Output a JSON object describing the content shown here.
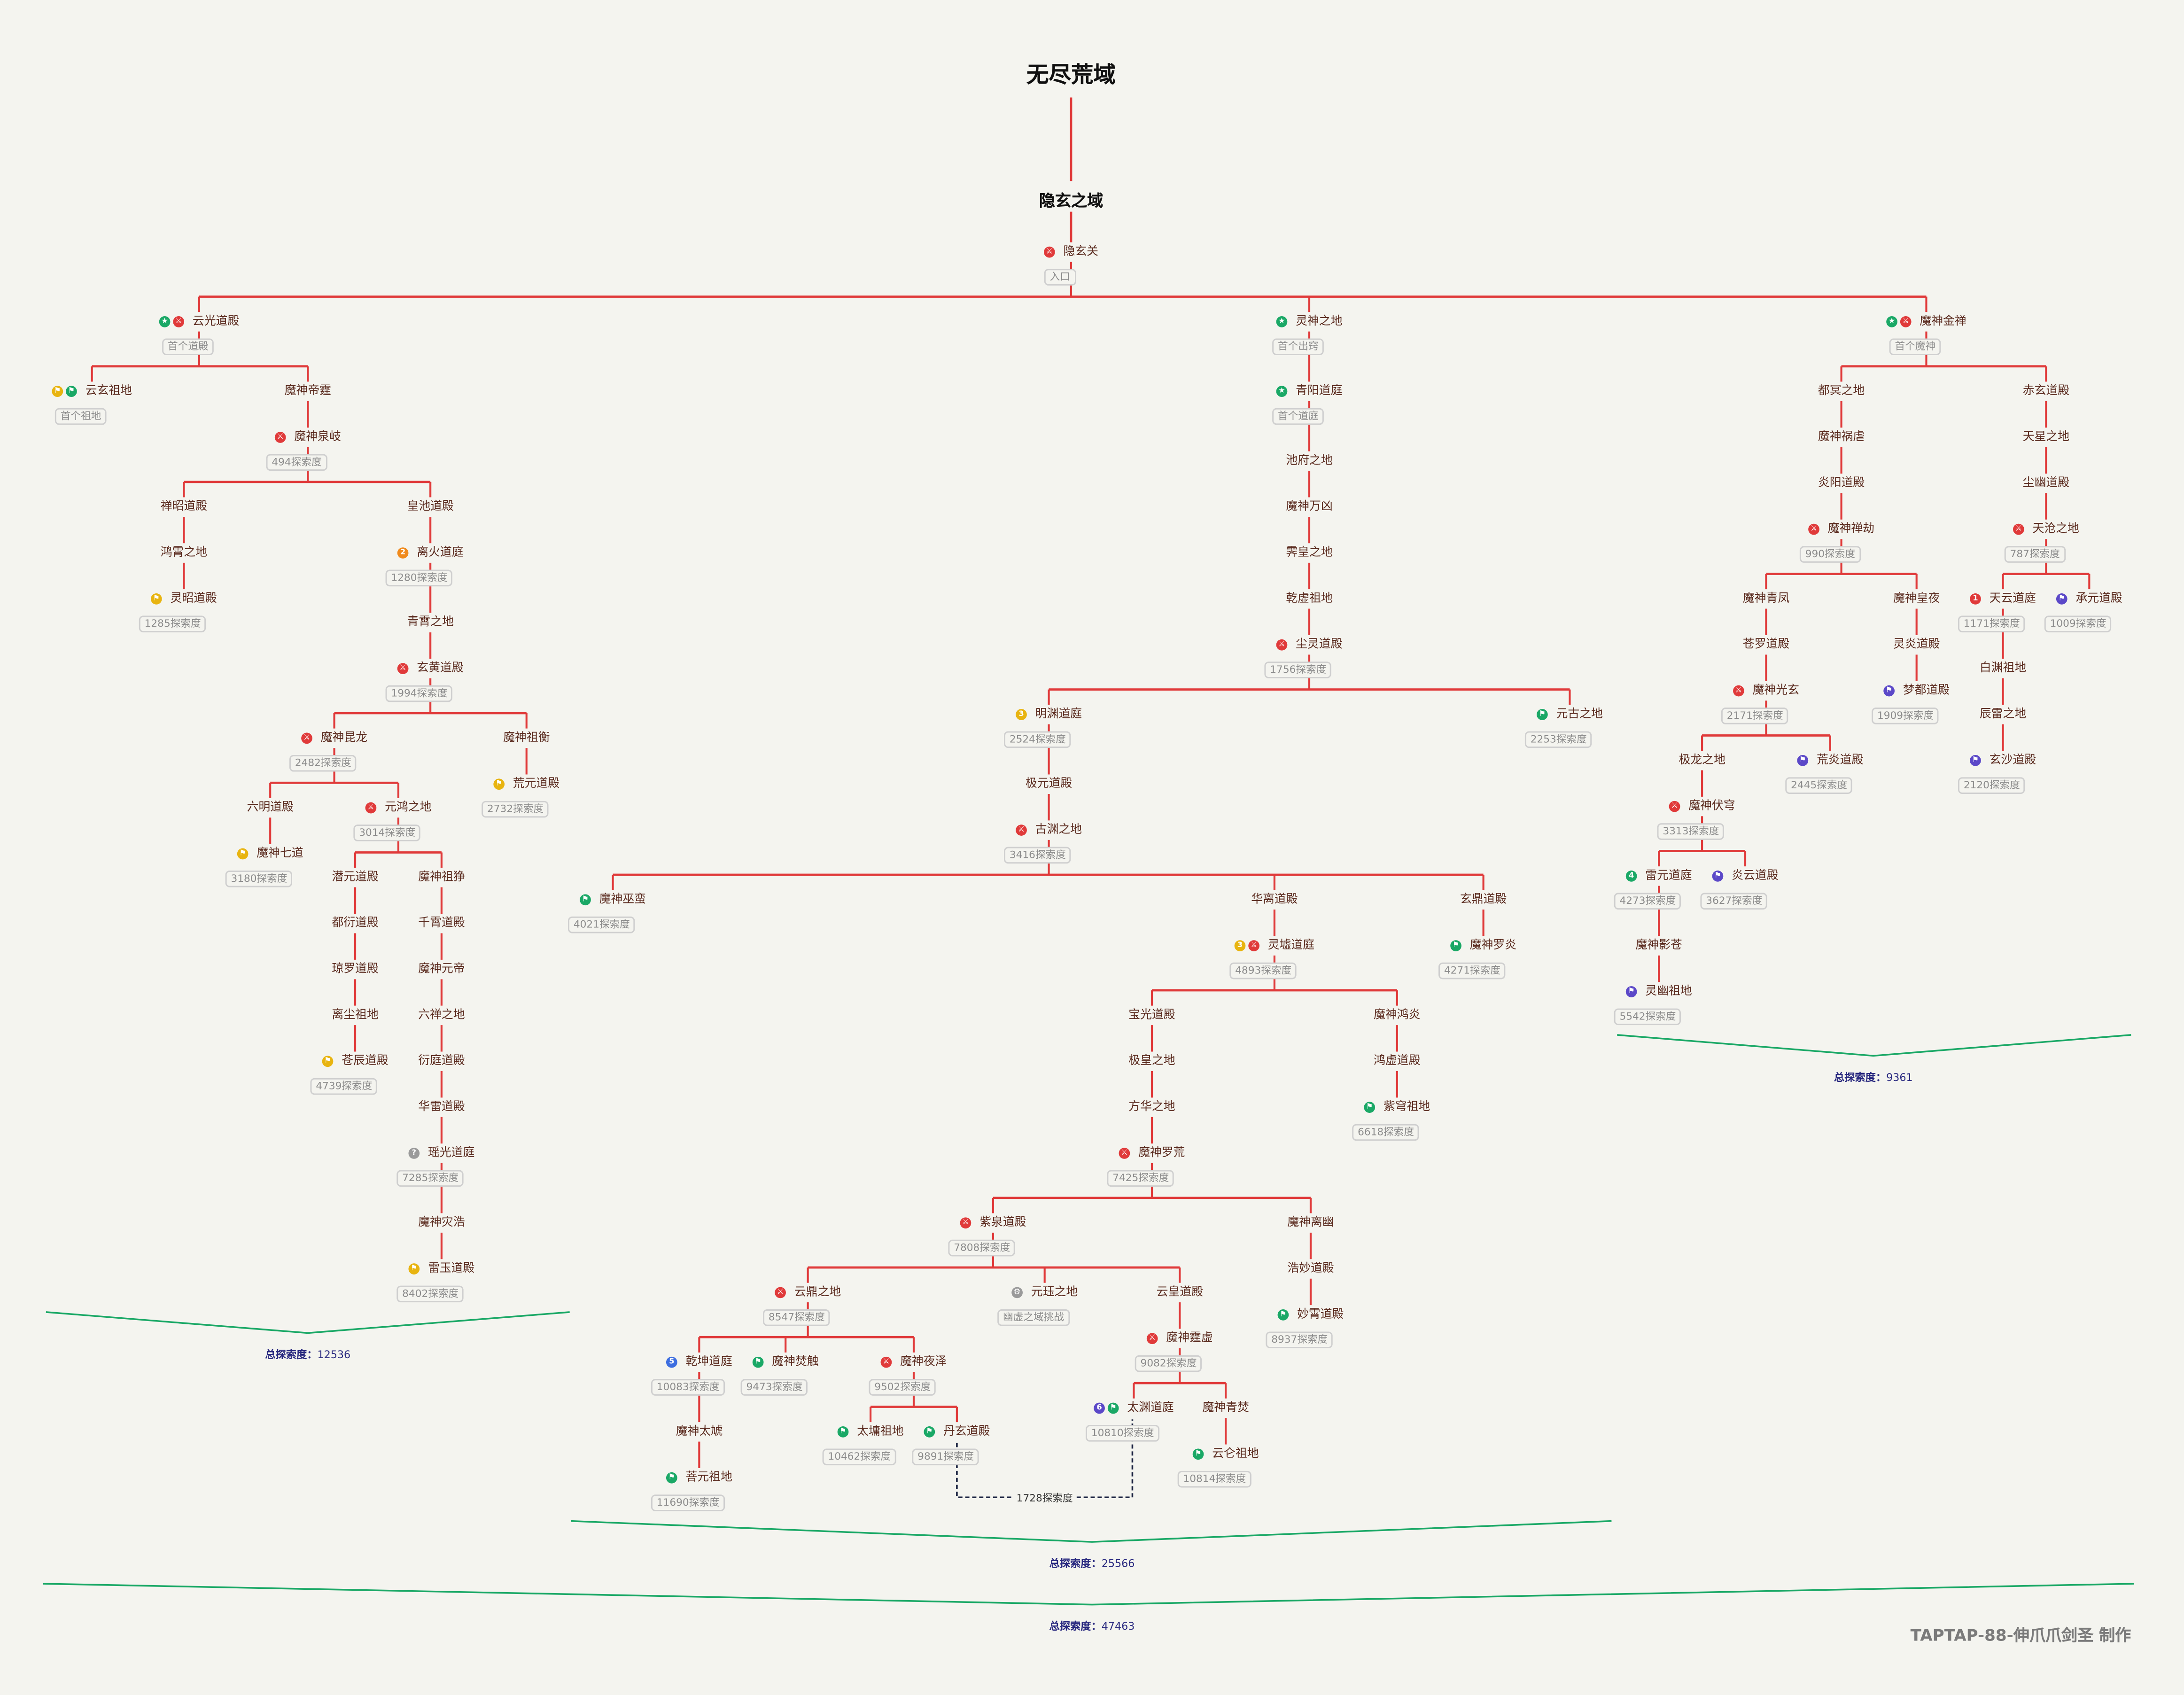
{
  "title": "无尽荒域",
  "region": "隐玄之域",
  "credit": "TAPTAP-88-伸爪爪剑圣  制作",
  "total_prefix": "总探索度：",
  "colors": {
    "red": "#e03a3a",
    "green": "#1aa866",
    "yellow": "#e8b410",
    "orange": "#f08a1c",
    "purple": "#5b48c8",
    "blue": "#3d6ee0",
    "gray": "#9a9a9a"
  },
  "gap_label": "1728探索度",
  "nodes": [
    {
      "id": "root",
      "label": "隐玄关",
      "tag": "入口",
      "icons": [
        "red-sword-icon"
      ]
    },
    {
      "id": "n1",
      "label": "云光道殿",
      "tag": "首个道殿",
      "icons": [
        "green-star-icon",
        "red-sword-icon"
      ]
    },
    {
      "id": "n2",
      "label": "云玄祖地",
      "tag": "首个祖地",
      "icons": [
        "yellow-flag-icon",
        "green-flag-icon"
      ]
    },
    {
      "id": "n3",
      "label": "魔神帝霆",
      "tag": "",
      "icons": []
    },
    {
      "id": "n4",
      "label": "魔神泉岐",
      "tag": "494探索度",
      "icons": [
        "red-sword-icon"
      ]
    },
    {
      "id": "n5",
      "label": "禅昭道殿",
      "tag": "",
      "icons": []
    },
    {
      "id": "n6",
      "label": "鸿霄之地",
      "tag": "",
      "icons": []
    },
    {
      "id": "n7",
      "label": "灵昭道殿",
      "tag": "1285探索度",
      "icons": [
        "yellow-flag-icon"
      ]
    },
    {
      "id": "n8",
      "label": "皇池道殿",
      "tag": "",
      "icons": []
    },
    {
      "id": "n9",
      "label": "离火道庭",
      "tag": "1280探索度",
      "icons": [
        "orange-2-icon"
      ]
    },
    {
      "id": "n10",
      "label": "青霄之地",
      "tag": "",
      "icons": []
    },
    {
      "id": "n11",
      "label": "玄黄道殿",
      "tag": "1994探索度",
      "icons": [
        "red-sword-icon"
      ]
    },
    {
      "id": "n12",
      "label": "魔神昆龙",
      "tag": "2482探索度",
      "icons": [
        "red-sword-icon"
      ]
    },
    {
      "id": "n13",
      "label": "六明道殿",
      "tag": "",
      "icons": []
    },
    {
      "id": "n14",
      "label": "魔神七道",
      "tag": "3180探索度",
      "icons": [
        "yellow-flag-icon"
      ]
    },
    {
      "id": "n15",
      "label": "元鸿之地",
      "tag": "3014探索度",
      "icons": [
        "red-sword-icon"
      ]
    },
    {
      "id": "n16",
      "label": "潜元道殿",
      "tag": "",
      "icons": []
    },
    {
      "id": "n17",
      "label": "都衍道殿",
      "tag": "",
      "icons": []
    },
    {
      "id": "n18",
      "label": "琼罗道殿",
      "tag": "",
      "icons": []
    },
    {
      "id": "n19",
      "label": "离尘祖地",
      "tag": "",
      "icons": []
    },
    {
      "id": "n20",
      "label": "苍辰道殿",
      "tag": "4739探索度",
      "icons": [
        "yellow-flag-icon"
      ]
    },
    {
      "id": "n21",
      "label": "魔神祖狰",
      "tag": "",
      "icons": []
    },
    {
      "id": "n22",
      "label": "千霄道殿",
      "tag": "",
      "icons": []
    },
    {
      "id": "n23",
      "label": "魔神元帝",
      "tag": "",
      "icons": []
    },
    {
      "id": "n24",
      "label": "六禅之地",
      "tag": "",
      "icons": []
    },
    {
      "id": "n25",
      "label": "衍庭道殿",
      "tag": "",
      "icons": []
    },
    {
      "id": "n26",
      "label": "华雷道殿",
      "tag": "",
      "icons": []
    },
    {
      "id": "n27",
      "label": "瑶光道庭",
      "tag": "7285探索度",
      "icons": [
        "gray-question-icon"
      ]
    },
    {
      "id": "n28",
      "label": "魔神灾浩",
      "tag": "",
      "icons": []
    },
    {
      "id": "n29",
      "label": "雷玉道殿",
      "tag": "8402探索度",
      "icons": [
        "yellow-flag-icon"
      ]
    },
    {
      "id": "n30",
      "label": "魔神祖衡",
      "tag": "",
      "icons": []
    },
    {
      "id": "n31",
      "label": "荒元道殿",
      "tag": "2732探索度",
      "icons": [
        "yellow-flag-icon"
      ]
    },
    {
      "id": "m1",
      "label": "灵神之地",
      "tag": "首个出窍",
      "icons": [
        "green-star-icon"
      ]
    },
    {
      "id": "m2",
      "label": "青阳道庭",
      "tag": "首个道庭",
      "icons": [
        "green-star-icon"
      ]
    },
    {
      "id": "m3",
      "label": "池府之地",
      "tag": "",
      "icons": []
    },
    {
      "id": "m4",
      "label": "魔神万凶",
      "tag": "",
      "icons": []
    },
    {
      "id": "m5",
      "label": "霁皇之地",
      "tag": "",
      "icons": []
    },
    {
      "id": "m6",
      "label": "乾虚祖地",
      "tag": "",
      "icons": []
    },
    {
      "id": "m7",
      "label": "尘灵道殿",
      "tag": "1756探索度",
      "icons": [
        "red-sword-icon"
      ]
    },
    {
      "id": "m8",
      "label": "明渊道庭",
      "tag": "2524探索度",
      "icons": [
        "yellow-3-icon"
      ]
    },
    {
      "id": "m9",
      "label": "元古之地",
      "tag": "2253探索度",
      "icons": [
        "green-flag-icon"
      ]
    },
    {
      "id": "m10",
      "label": "极元道殿",
      "tag": "",
      "icons": []
    },
    {
      "id": "m11",
      "label": "古渊之地",
      "tag": "3416探索度",
      "icons": [
        "red-sword-icon"
      ]
    },
    {
      "id": "m12",
      "label": "魔神巫蛮",
      "tag": "4021探索度",
      "icons": [
        "green-flag-icon"
      ]
    },
    {
      "id": "m13",
      "label": "华离道殿",
      "tag": "",
      "icons": []
    },
    {
      "id": "m14",
      "label": "灵墟道庭",
      "tag": "4893探索度",
      "icons": [
        "yellow-3-icon",
        "red-sword-icon"
      ]
    },
    {
      "id": "m15",
      "label": "玄鼎道殿",
      "tag": "",
      "icons": []
    },
    {
      "id": "m16",
      "label": "魔神罗炎",
      "tag": "4271探索度",
      "icons": [
        "green-flag-icon"
      ]
    },
    {
      "id": "m17",
      "label": "宝光道殿",
      "tag": "",
      "icons": []
    },
    {
      "id": "m18",
      "label": "极皇之地",
      "tag": "",
      "icons": []
    },
    {
      "id": "m19",
      "label": "方华之地",
      "tag": "",
      "icons": []
    },
    {
      "id": "m20",
      "label": "魔神罗荒",
      "tag": "7425探索度",
      "icons": [
        "red-sword-icon"
      ]
    },
    {
      "id": "m21",
      "label": "魔神鸿炎",
      "tag": "",
      "icons": []
    },
    {
      "id": "m22",
      "label": "鸿虚道殿",
      "tag": "",
      "icons": []
    },
    {
      "id": "m23",
      "label": "紫穹祖地",
      "tag": "6618探索度",
      "icons": [
        "green-flag-icon"
      ]
    },
    {
      "id": "m24",
      "label": "紫泉道殿",
      "tag": "7808探索度",
      "icons": [
        "red-sword-icon"
      ]
    },
    {
      "id": "m25",
      "label": "魔神离幽",
      "tag": "",
      "icons": []
    },
    {
      "id": "m26",
      "label": "浩妙道殿",
      "tag": "",
      "icons": []
    },
    {
      "id": "m27",
      "label": "妙霄道殿",
      "tag": "8937探索度",
      "icons": [
        "green-flag-icon"
      ]
    },
    {
      "id": "m28",
      "label": "云鼎之地",
      "tag": "8547探索度",
      "icons": [
        "red-sword-icon"
      ]
    },
    {
      "id": "m29",
      "label": "元珏之地",
      "tag": "幽虚之域挑战",
      "icons": [
        "gray-gear-icon"
      ]
    },
    {
      "id": "m30",
      "label": "云皇道殿",
      "tag": "",
      "icons": []
    },
    {
      "id": "m31",
      "label": "魔神霆虚",
      "tag": "9082探索度",
      "icons": [
        "red-sword-icon"
      ]
    },
    {
      "id": "m32",
      "label": "太渊道庭",
      "tag": "10810探索度",
      "icons": [
        "purple-6-icon",
        "green-flag-icon"
      ]
    },
    {
      "id": "m33",
      "label": "魔神青焚",
      "tag": "",
      "icons": []
    },
    {
      "id": "m34",
      "label": "云仑祖地",
      "tag": "10814探索度",
      "icons": [
        "green-flag-icon"
      ]
    },
    {
      "id": "m35",
      "label": "乾坤道庭",
      "tag": "10083探索度",
      "icons": [
        "blue-5-icon"
      ]
    },
    {
      "id": "m36",
      "label": "魔神焚触",
      "tag": "9473探索度",
      "icons": [
        "green-flag-icon"
      ]
    },
    {
      "id": "m37",
      "label": "魔神夜泽",
      "tag": "9502探索度",
      "icons": [
        "red-sword-icon"
      ]
    },
    {
      "id": "m38",
      "label": "魔神太虓",
      "tag": "",
      "icons": []
    },
    {
      "id": "m39",
      "label": "菩元祖地",
      "tag": "11690探索度",
      "icons": [
        "green-flag-icon"
      ]
    },
    {
      "id": "m40",
      "label": "太墉祖地",
      "tag": "10462探索度",
      "icons": [
        "green-flag-icon"
      ]
    },
    {
      "id": "m41",
      "label": "丹玄道殿",
      "tag": "9891探索度",
      "icons": [
        "green-flag-icon"
      ]
    },
    {
      "id": "r1",
      "label": "魔神金禅",
      "tag": "首个魔神",
      "icons": [
        "green-star-icon",
        "red-sword-icon"
      ]
    },
    {
      "id": "r2",
      "label": "都冥之地",
      "tag": "",
      "icons": []
    },
    {
      "id": "r3",
      "label": "魔神祸虐",
      "tag": "",
      "icons": []
    },
    {
      "id": "r4",
      "label": "炎阳道殿",
      "tag": "",
      "icons": []
    },
    {
      "id": "r5",
      "label": "魔神禅劫",
      "tag": "990探索度",
      "icons": [
        "red-sword-icon"
      ]
    },
    {
      "id": "r6",
      "label": "魔神青凤",
      "tag": "",
      "icons": []
    },
    {
      "id": "r7",
      "label": "苍罗道殿",
      "tag": "",
      "icons": []
    },
    {
      "id": "r8",
      "label": "魔神光玄",
      "tag": "2171探索度",
      "icons": [
        "red-sword-icon"
      ]
    },
    {
      "id": "r9",
      "label": "极龙之地",
      "tag": "",
      "icons": []
    },
    {
      "id": "r10",
      "label": "魔神伏穹",
      "tag": "3313探索度",
      "icons": [
        "red-sword-icon"
      ]
    },
    {
      "id": "r11",
      "label": "雷元道庭",
      "tag": "4273探索度",
      "icons": [
        "green-4-icon"
      ]
    },
    {
      "id": "r12",
      "label": "魔神影苍",
      "tag": "",
      "icons": []
    },
    {
      "id": "r13",
      "label": "灵幽祖地",
      "tag": "5542探索度",
      "icons": [
        "purple-flag-icon"
      ]
    },
    {
      "id": "r14",
      "label": "炎云道殿",
      "tag": "3627探索度",
      "icons": [
        "purple-flag-icon"
      ]
    },
    {
      "id": "r15",
      "label": "荒炎道殿",
      "tag": "2445探索度",
      "icons": [
        "purple-flag-icon"
      ]
    },
    {
      "id": "r16",
      "label": "魔神皇夜",
      "tag": "",
      "icons": []
    },
    {
      "id": "r17",
      "label": "灵炎道殿",
      "tag": "",
      "icons": []
    },
    {
      "id": "r18",
      "label": "梦都道殿",
      "tag": "1909探索度",
      "icons": [
        "purple-flag-icon"
      ]
    },
    {
      "id": "r19",
      "label": "赤玄道殿",
      "tag": "",
      "icons": []
    },
    {
      "id": "r20",
      "label": "天星之地",
      "tag": "",
      "icons": []
    },
    {
      "id": "r21",
      "label": "尘幽道殿",
      "tag": "",
      "icons": []
    },
    {
      "id": "r22",
      "label": "天沧之地",
      "tag": "787探索度",
      "icons": [
        "red-sword-icon"
      ]
    },
    {
      "id": "r23",
      "label": "天云道庭",
      "tag": "1171探索度",
      "icons": [
        "red-1-icon"
      ]
    },
    {
      "id": "r24",
      "label": "白渊祖地",
      "tag": "",
      "icons": []
    },
    {
      "id": "r25",
      "label": "辰雷之地",
      "tag": "",
      "icons": []
    },
    {
      "id": "r26",
      "label": "玄沙道殿",
      "tag": "2120探索度",
      "icons": [
        "purple-flag-icon"
      ]
    },
    {
      "id": "r27",
      "label": "承元道殿",
      "tag": "1009探索度",
      "icons": [
        "purple-flag-icon"
      ]
    }
  ],
  "totals": [
    {
      "id": "tl",
      "value": "12536"
    },
    {
      "id": "tm",
      "value": "25566"
    },
    {
      "id": "tr",
      "value": "9361"
    },
    {
      "id": "tall",
      "value": "47463"
    }
  ]
}
